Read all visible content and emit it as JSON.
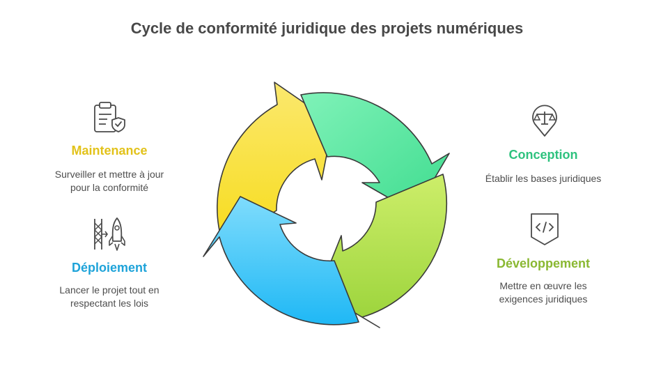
{
  "title": "Cycle de conformité juridique des projets numériques",
  "stages": {
    "conception": {
      "label": "Conception",
      "description": "Établir les bases juridiques",
      "color": "#2ec27e",
      "icon": "scales-icon"
    },
    "developpement": {
      "label": "Développement",
      "description_line1": "Mettre en œuvre les",
      "description_line2": "exigences juridiques",
      "color": "#8ab832",
      "icon": "code-icon"
    },
    "deploiement": {
      "label": "Déploiement",
      "description_line1": "Lancer le projet tout en",
      "description_line2": "respectant les lois",
      "color": "#1ea3d9",
      "icon": "rocket-icon"
    },
    "maintenance": {
      "label": "Maintenance",
      "description_line1": "Surveiller et mettre à jour",
      "description_line2": "pour la conformité",
      "color": "#e2c21a",
      "icon": "clipboard-shield-icon"
    }
  },
  "arrow_colors": {
    "green": "#5ee6a4",
    "lime": "#b4e04a",
    "blue": "#3fc3f7",
    "yellow": "#fbe035"
  }
}
